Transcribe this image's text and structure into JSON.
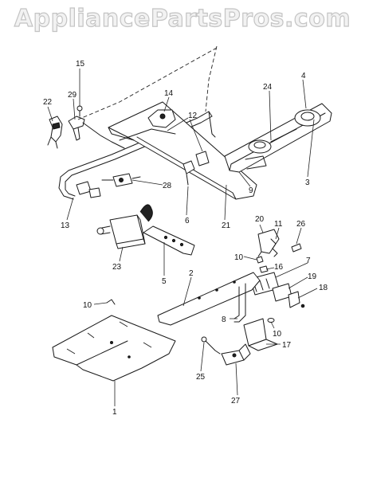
{
  "watermark": "AppliancePartsPros.com",
  "callouts": [
    {
      "id": "c1",
      "text": "1"
    },
    {
      "id": "c2",
      "text": "2"
    },
    {
      "id": "c3",
      "text": "3"
    },
    {
      "id": "c4",
      "text": "4"
    },
    {
      "id": "c5",
      "text": "5"
    },
    {
      "id": "c6",
      "text": "6"
    },
    {
      "id": "c7",
      "text": "7"
    },
    {
      "id": "c8",
      "text": "8"
    },
    {
      "id": "c9",
      "text": "9"
    },
    {
      "id": "c10a",
      "text": "10"
    },
    {
      "id": "c10b",
      "text": "10"
    },
    {
      "id": "c10c",
      "text": "10"
    },
    {
      "id": "c11",
      "text": "11"
    },
    {
      "id": "c12",
      "text": "12"
    },
    {
      "id": "c13",
      "text": "13"
    },
    {
      "id": "c14",
      "text": "14"
    },
    {
      "id": "c15",
      "text": "15"
    },
    {
      "id": "c16",
      "text": "16"
    },
    {
      "id": "c17",
      "text": "17"
    },
    {
      "id": "c18",
      "text": "18"
    },
    {
      "id": "c19",
      "text": "19"
    },
    {
      "id": "c20",
      "text": "20"
    },
    {
      "id": "c21",
      "text": "21"
    },
    {
      "id": "c22",
      "text": "22"
    },
    {
      "id": "c23",
      "text": "23"
    },
    {
      "id": "c24",
      "text": "24"
    },
    {
      "id": "c25",
      "text": "25"
    },
    {
      "id": "c26",
      "text": "26"
    },
    {
      "id": "c27",
      "text": "27"
    },
    {
      "id": "c28",
      "text": "28"
    },
    {
      "id": "c29",
      "text": "29"
    }
  ]
}
